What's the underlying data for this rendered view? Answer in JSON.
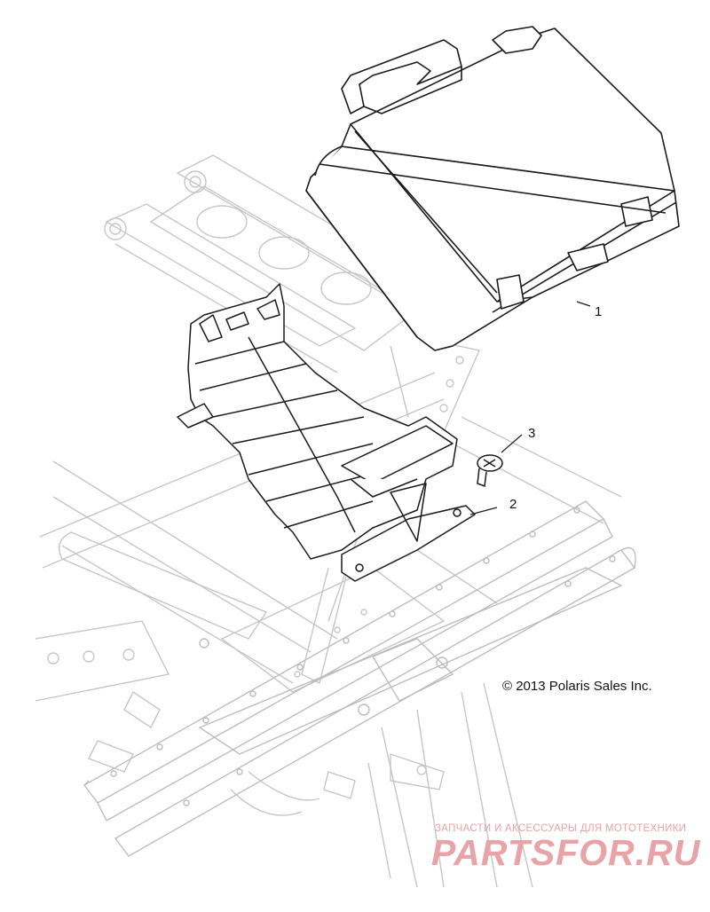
{
  "callouts": [
    {
      "label": "1"
    },
    {
      "label": "2"
    },
    {
      "label": "3"
    }
  ],
  "copyright": "© 2013 Polaris Sales Inc.",
  "watermark": {
    "tagline": "ЗАПЧАСТИ И АКСЕССУАРЫ ДЛЯ МОТОТЕХНИКИ",
    "logo": "PARTSFOR.RU",
    "color": "#e8a3a7"
  },
  "colors": {
    "ghost": "#c8c8c8",
    "line": "#1a1a1a"
  }
}
